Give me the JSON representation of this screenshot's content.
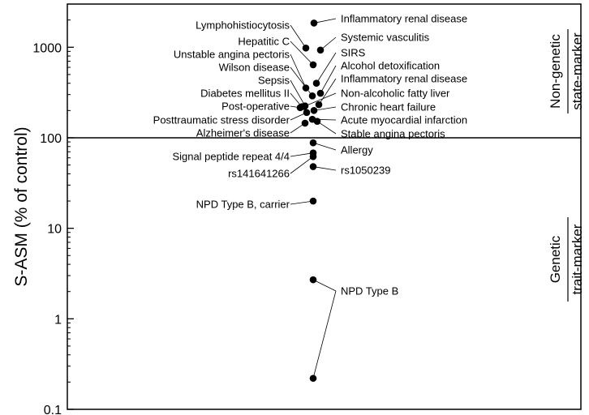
{
  "chart_data": {
    "type": "scatter",
    "yscale": "log",
    "ylim": [
      0.1,
      3000
    ],
    "ylabel": "S-ASM (% of control)",
    "y_ticks": [
      "0.1",
      "1",
      "10",
      "100",
      "1000"
    ],
    "threshold_line": 100,
    "regions": [
      {
        "line1": "Non-genetic",
        "line2": "state-marker"
      },
      {
        "line1": "Genetic",
        "line2": "trait-marker"
      }
    ],
    "colors": {
      "point": "#000000",
      "axes": "#000000",
      "background": "#ffffff"
    },
    "points": [
      {
        "label": "Inflammatory renal disease",
        "value": 1850
      },
      {
        "label": "Lymphohistiocytosis",
        "value": 980
      },
      {
        "label": "Systemic vasculitis",
        "value": 930
      },
      {
        "label": "Hepatitic C",
        "value": 640
      },
      {
        "label": "SIRS",
        "value": 400
      },
      {
        "label": "Unstable angina pectoris",
        "value": 355
      },
      {
        "label": "Alcohol detoxification",
        "value": 310
      },
      {
        "label": "Wilson disease",
        "value": 290
      },
      {
        "label": "Inflammatory renal disease",
        "value": 232
      },
      {
        "label": "Sepsis",
        "value": 225
      },
      {
        "label": "Non-alcoholic fatty liver",
        "value": 222
      },
      {
        "label": "Diabetes mellitus II",
        "value": 220
      },
      {
        "label": "Post-operative",
        "value": 215
      },
      {
        "label": "Chronic heart failure",
        "value": 200
      },
      {
        "label": "Posttraumatic stress disorder",
        "value": 190
      },
      {
        "label": "Acute myocardial infarction",
        "value": 160
      },
      {
        "label": "Alzheimer's disease",
        "value": 145
      },
      {
        "label": "Stable angina pectoris",
        "value": 152
      },
      {
        "label": "Allergy",
        "value": 88
      },
      {
        "label": "Signal peptide repeat 4/4",
        "value": 68
      },
      {
        "label": "rs141641266",
        "value": 62
      },
      {
        "label": "rs1050239",
        "value": 48
      },
      {
        "label": "NPD Type B, carrier",
        "value": 20
      },
      {
        "label": "NPD Type B",
        "value": 2.7
      },
      {
        "label": "NPD Type B",
        "value": 0.22
      }
    ],
    "labels": [
      {
        "text": "Lymphohistiocytosis"
      },
      {
        "text": "Hepatitic C"
      },
      {
        "text": "Unstable angina pectoris"
      },
      {
        "text": "Wilson disease"
      },
      {
        "text": "Sepsis"
      },
      {
        "text": "Diabetes mellitus II"
      },
      {
        "text": "Post-operative"
      },
      {
        "text": "Posttraumatic stress disorder"
      },
      {
        "text": "Alzheimer's disease"
      },
      {
        "text": "Signal peptide repeat 4/4"
      },
      {
        "text": "rs141641266"
      },
      {
        "text": "NPD Type B, carrier"
      },
      {
        "text": "Inflammatory renal disease"
      },
      {
        "text": "Systemic vasculitis"
      },
      {
        "text": "SIRS"
      },
      {
        "text": "Alcohol detoxification"
      },
      {
        "text": "Inflammatory renal disease"
      },
      {
        "text": "Non-alcoholic fatty liver"
      },
      {
        "text": "Chronic heart failure"
      },
      {
        "text": "Acute myocardial infarction"
      },
      {
        "text": "Stable angina pectoris"
      },
      {
        "text": "Allergy"
      },
      {
        "text": "rs1050239"
      },
      {
        "text": "NPD Type B"
      }
    ]
  }
}
